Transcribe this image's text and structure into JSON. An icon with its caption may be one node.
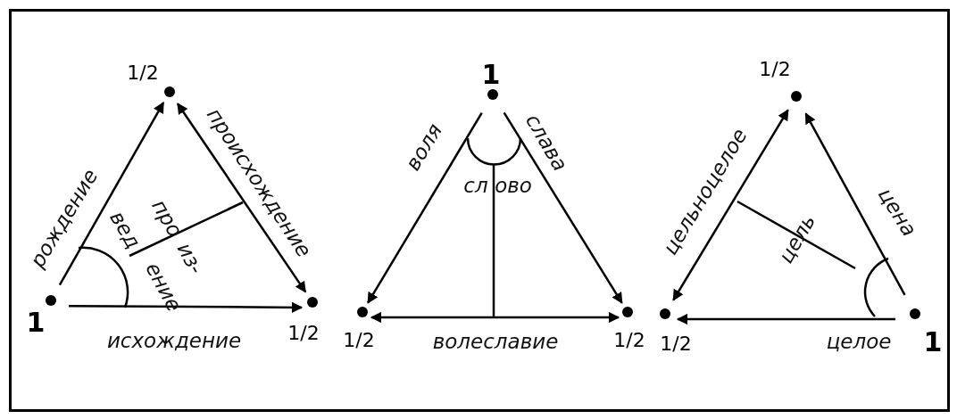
{
  "diagram": {
    "nodes": [
      {
        "text": [],
        "shape": "circle",
        "beside": [
          "1"
        ]
      },
      {
        "text": [],
        "shape": "circle",
        "beside": [
          "1/2"
        ]
      },
      {
        "text": [],
        "shape": "circle",
        "beside": [
          "1/2"
        ]
      },
      {
        "text": [],
        "shape": "circle",
        "beside": [
          "1"
        ]
      },
      {
        "text": [],
        "shape": "circle",
        "beside": [
          "1/2"
        ]
      },
      {
        "text": [],
        "shape": "circle",
        "beside": [
          "1/2"
        ]
      },
      {
        "text": [],
        "shape": "circle",
        "beside": [
          "1/2"
        ]
      },
      {
        "text": [],
        "shape": "circle",
        "beside": [
          "1/2"
        ]
      },
      {
        "text": [],
        "shape": "circle",
        "beside": [
          "1"
        ]
      }
    ],
    "edges": [
      {
        "from": 0,
        "to": 1,
        "arrow": "to",
        "label": "рождение"
      },
      {
        "from": 1,
        "to": 2,
        "arrow": "both",
        "label": "происхождение"
      },
      {
        "from": 0,
        "to": 2,
        "arrow": "to",
        "label": "исхождение"
      },
      {
        "from": 3,
        "to": 4,
        "arrow": "to",
        "label": "воля"
      },
      {
        "from": 3,
        "to": 5,
        "arrow": "to",
        "label": "слава"
      },
      {
        "from": 4,
        "to": 5,
        "arrow": "both",
        "label": "волеславие"
      },
      {
        "from": 8,
        "to": 6,
        "arrow": "to",
        "label": "цена"
      },
      {
        "from": 6,
        "to": 7,
        "arrow": "both",
        "label": "цельноцелое"
      },
      {
        "from": 8,
        "to": 7,
        "arrow": "to",
        "label": "целое"
      }
    ],
    "labels": [
      "про",
      "вед",
      "из-",
      "ение",
      "сл",
      "ово",
      "цель"
    ]
  }
}
